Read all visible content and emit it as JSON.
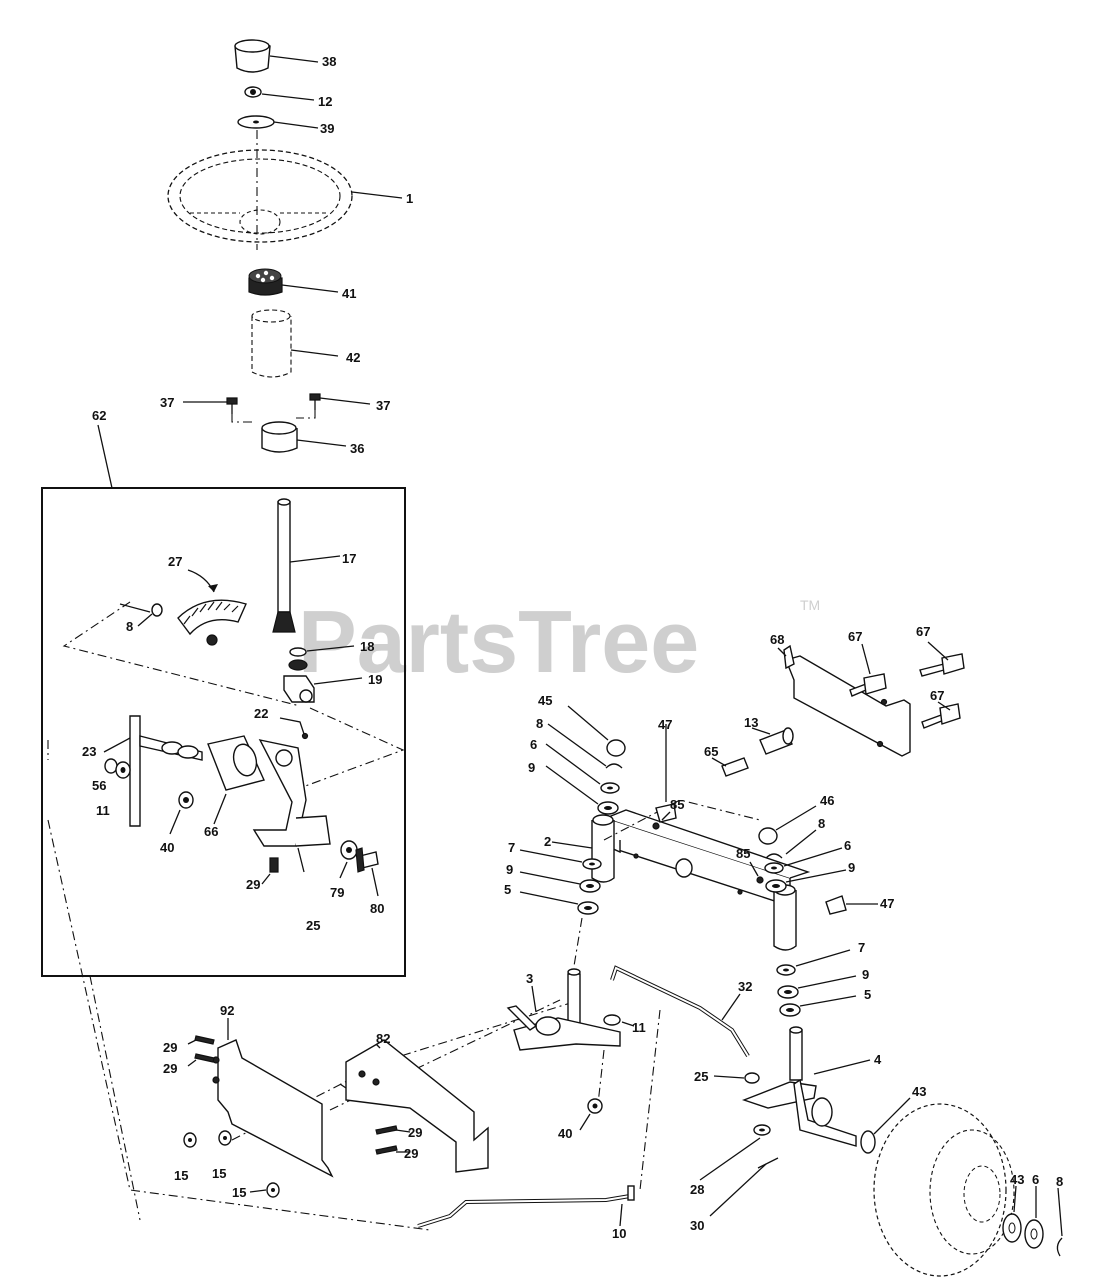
{
  "watermark": {
    "text": "PartsTree",
    "trademark": "TM"
  },
  "callouts": {
    "c38": "38",
    "c12": "12",
    "c39": "39",
    "c1": "1",
    "c41": "41",
    "c42": "42",
    "c37a": "37",
    "c37b": "37",
    "c36": "36",
    "c62": "62",
    "c17": "17",
    "c27": "27",
    "c8a": "8",
    "c18": "18",
    "c19": "19",
    "c22": "22",
    "c23": "23",
    "c56": "56",
    "c11a": "11",
    "c40a": "40",
    "c66": "66",
    "c29a": "29",
    "c79": "79",
    "c80": "80",
    "c25a": "25",
    "c68": "68",
    "c67a": "67",
    "c67b": "67",
    "c67c": "67",
    "c45": "45",
    "c8b": "8",
    "c6a": "6",
    "c9a": "9",
    "c47a": "47",
    "c13": "13",
    "c65": "65",
    "c2": "2",
    "c85a": "85",
    "c46": "46",
    "c8c": "8",
    "c85b": "85",
    "c6b": "6",
    "c9b": "9",
    "c7a": "7",
    "c9c": "9",
    "c5a": "5",
    "c47b": "47",
    "c7b": "7",
    "c9d": "9",
    "c5b": "5",
    "c3": "3",
    "c11b": "11",
    "c32": "32",
    "c4": "4",
    "c25b": "25",
    "c43a": "43",
    "c40b": "40",
    "c92": "92",
    "c82": "82",
    "c29b": "29",
    "c29c": "29",
    "c29d": "29",
    "c29e": "29",
    "c15a": "15",
    "c15b": "15",
    "c15c": "15",
    "c28": "28",
    "c30": "30",
    "c10": "10",
    "c43b": "43",
    "c6c": "6",
    "c8d": "8"
  }
}
